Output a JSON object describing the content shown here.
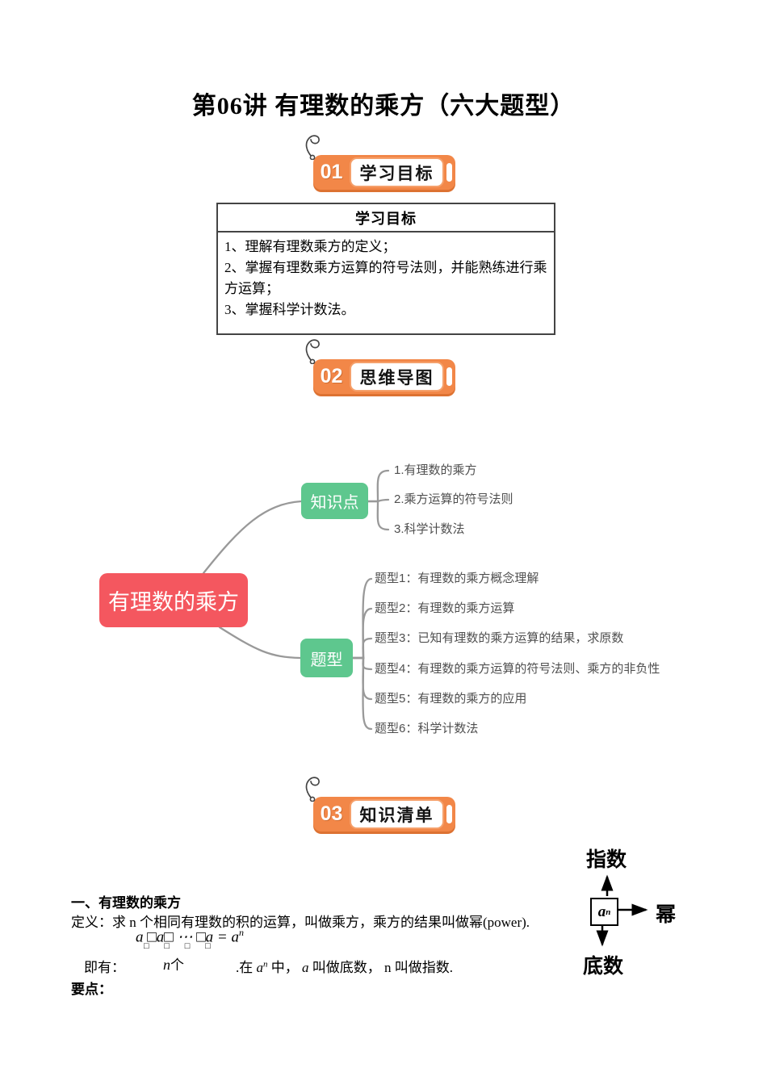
{
  "page": {
    "title": "第06讲 有理数的乘方（六大题型）"
  },
  "badges": [
    {
      "num": "01",
      "label": "学习目标"
    },
    {
      "num": "02",
      "label": "思维导图"
    },
    {
      "num": "03",
      "label": "知识清单"
    }
  ],
  "objectives": {
    "header": "学习目标",
    "items": [
      "1、理解有理数乘方的定义；",
      "2、掌握有理数乘方运算的符号法则，并能熟练进行乘方运算；",
      "3、掌握科学计数法。"
    ]
  },
  "mindmap": {
    "root": "有理数的乘方",
    "branches": [
      {
        "label": "知识点",
        "children": [
          "1.有理数的乘方",
          "2.乘方运算的符号法则",
          "3.科学计数法"
        ]
      },
      {
        "label": "题型",
        "children": [
          "题型1：有理数的乘方概念理解",
          "题型2：有理数的乘方运算",
          "题型3：已知有理数的乘方运算的结果，求原数",
          "题型4：有理数的乘方运算的符号法则、乘方的非负性",
          "题型5：有理数的乘方的应用",
          "题型6：科学计数法"
        ]
      }
    ]
  },
  "knowledge": {
    "heading": "一、有理数的乘方",
    "definition": "定义：求 n 个相同有理数的积的运算，叫做乘方，乘方的结果叫做幂(power).",
    "formula": {
      "body": "a □a□ ⋯ □a = a",
      "sup": "n",
      "broken_boxes": "□ □ □ □",
      "count_n": "n",
      "count_ge": "个"
    },
    "jiyou": "即有：",
    "line2": {
      "t1": ".在 ",
      "a1": "a",
      "sup1": "n",
      "t2": " 中， ",
      "a2": "a",
      "t3": " 叫做底数， ",
      "n": "n",
      "t4": " 叫做指数."
    },
    "keypoints": "要点："
  },
  "diagram": {
    "exponent": "指数",
    "power": "幂",
    "base": "底数",
    "term_base": "a",
    "term_sup": "n"
  },
  "colors": {
    "accent_orange": "#F28748",
    "accent_orange_dark": "#DD7232",
    "pill_border": "#F5A06B",
    "node_red": "#F4575F",
    "node_green": "#5EC78E",
    "connector_gray": "#999999"
  }
}
